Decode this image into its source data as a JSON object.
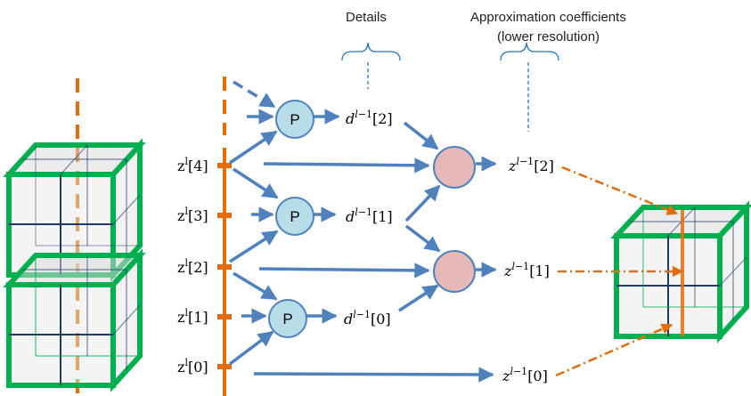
{
  "headers": {
    "details": "Details",
    "approx_line1": "Approximation coefficients",
    "approx_line2": "(lower resolution)"
  },
  "predict_label": "P",
  "input_labels": [
    "z^l[4]",
    "z^l[3]",
    "z^l[2]",
    "z^l[1]",
    "z^l[0]"
  ],
  "detail_labels": [
    "d^{l−1}[2]",
    "d^{l−1}[1]",
    "d^{l−1}[0]"
  ],
  "approx_labels": [
    "z^{l−1}[2]",
    "z^{l−1}[1]",
    "z^{l−1}[0]"
  ],
  "colors": {
    "orange": "#e46c0a",
    "blue_arrow": "#4f81bd",
    "predict_fill": "#b7dee8",
    "update_fill": "#e6b9b8",
    "cube_green": "#00b050",
    "cube_inner": "#1f3864",
    "cube_face": "#d9d9d9",
    "brace_blue": "#2e75b6"
  }
}
